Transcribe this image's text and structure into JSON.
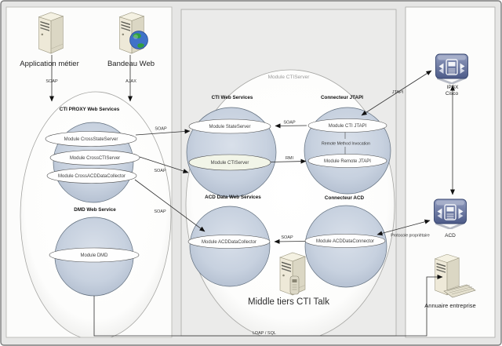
{
  "diagram": {
    "clients": [
      {
        "label": "Application métier",
        "protocol": "SOAP"
      },
      {
        "label": "Bandeau Web",
        "protocol": "AJAX"
      }
    ],
    "proxy": {
      "title": "CTI PROXY Web Services",
      "modules": [
        "Module CrossStateServer",
        "Module CrossCTIServer",
        "Module CrossACDDataCollector"
      ]
    },
    "dmd": {
      "title": "DMD Web Service",
      "module": "Module DMD"
    },
    "cti_server_container": "Module CTIServer",
    "cti_web_services": {
      "title": "CTI Web Services",
      "modules": [
        "Module StateServer",
        "Module CTIServer"
      ]
    },
    "connecteur_jtapi": {
      "title": "Connecteur JTAPI",
      "top_module": "Module CTI JTAPI",
      "link_label": "Remote Method Invocation",
      "bottom_module": "Module Remote JTAPI"
    },
    "acd_data_ws": {
      "title": "ACD Data Web Services",
      "module": "Module ACDDataCollector"
    },
    "connecteur_acd": {
      "title": "Connecteur ACD",
      "module": "Module ACDDataConnector"
    },
    "caption": "Middle tiers CTI Talk",
    "endpoints": {
      "ipbx_line1": "IPBX",
      "ipbx_line2": "Cisco",
      "acd": "ACD",
      "annuaire": "Annuaire entreprise"
    },
    "links": {
      "soap": "SOAP",
      "rmi": "RMI",
      "jtapi": "JTAPI",
      "protocole": "Protocole propriétaire",
      "ldap_sql": "LDAP / SQL"
    }
  },
  "colors": {
    "outer_bg": "#e6e6e5",
    "side_panel_bg": "#fcfcfb",
    "middle_panel_bg": "#ebebea",
    "sphere_fill": "#c7d1df",
    "sphere_stroke": "#5f6d7c",
    "pbx_icon_blue": "#5c6b99",
    "server_beige": "#eae6d3",
    "line": "#2e2e2e"
  }
}
